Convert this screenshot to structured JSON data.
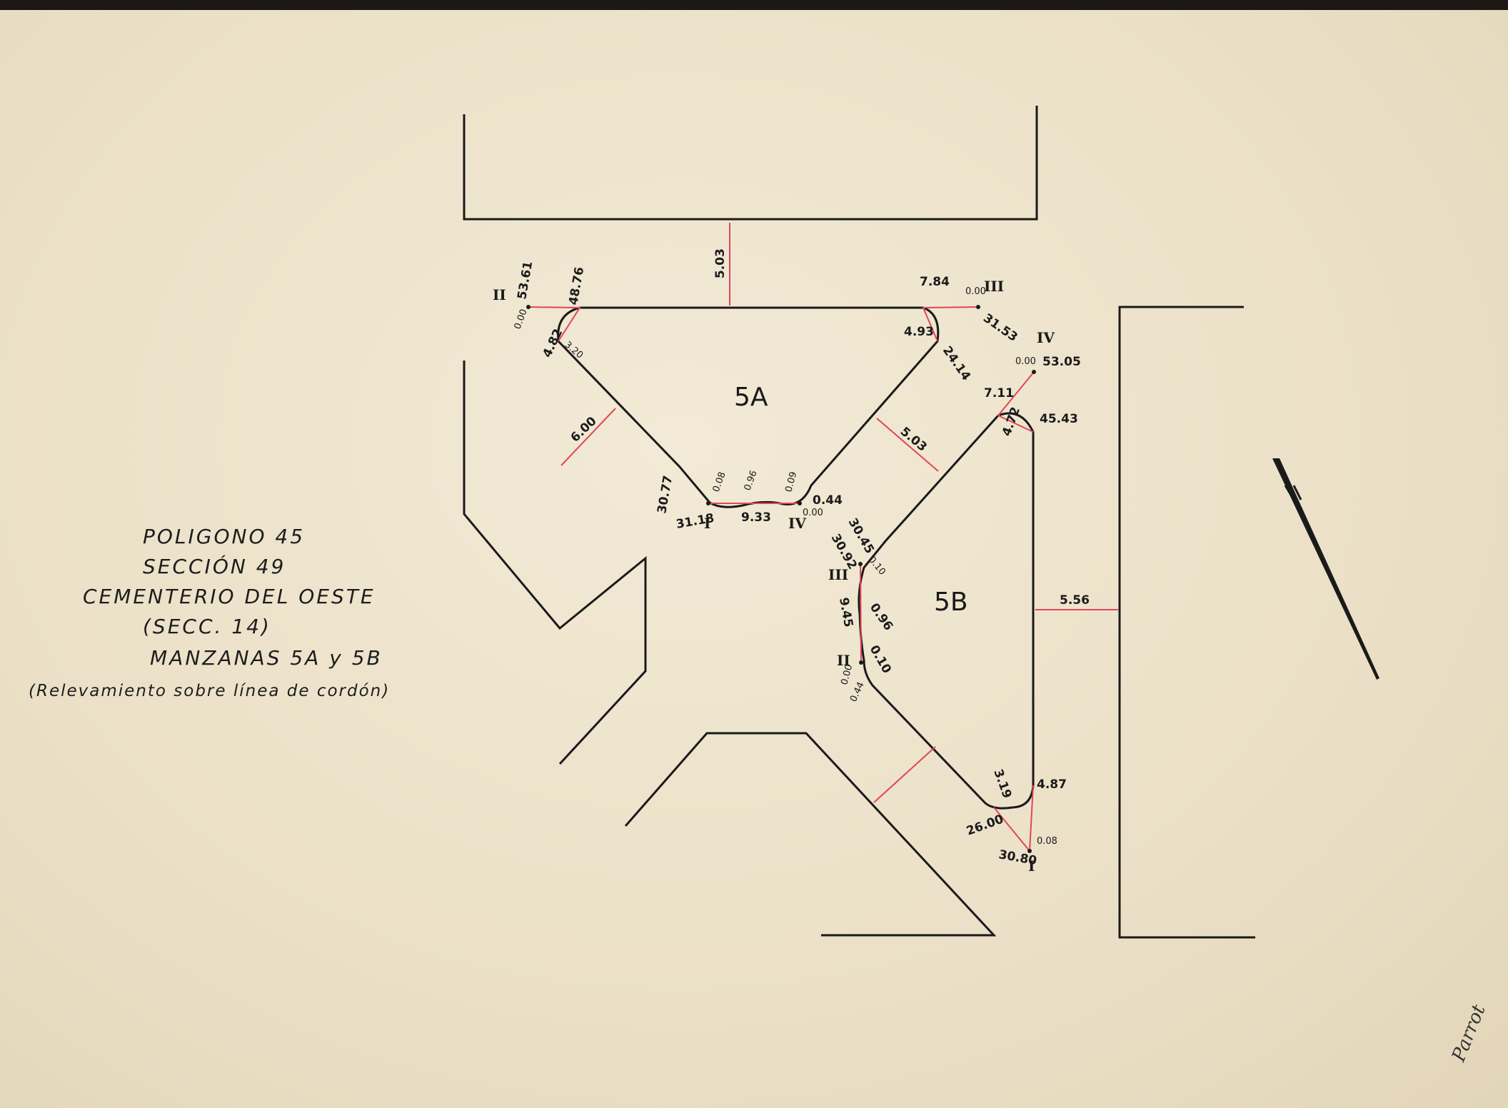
{
  "title_block": {
    "line1": "POLIGONO 45",
    "line2": "SECCIÓN 49",
    "line3": "CEMENTERIO DEL OESTE",
    "line4": "(SECC. 14)",
    "line5": "MANZANAS 5A y 5B",
    "line6": "(Relevamiento sobre línea de cordón)"
  },
  "blocks": {
    "a": "5A",
    "b": "5B"
  },
  "measurements": {
    "top_gap": "5.03",
    "a_left_gap": "6.00",
    "a_b_gap": "5.03",
    "b_right_gap": "5.56",
    "a_v2_coord": "53.61",
    "a_v2_zero": "0.00",
    "a_top_left": "48.76",
    "a_v2_a": "4.82",
    "a_v2_b": "3.20",
    "a_v3_coord": "31.53",
    "a_v3_zero": "0.00",
    "a_v3_a": "7.84",
    "a_v3_b": "4.93",
    "a_v3_c": "24.14",
    "a_v1_a": "30.77",
    "a_v1_b": "31.18",
    "a_v1_c": "0.08",
    "a_bottom": "9.33",
    "a_bottom_mid": "0.96",
    "a_v4_a": "0.09",
    "a_v4_b": "0.44",
    "a_v4_c": "0.00",
    "b_v4_coord": "53.05",
    "b_v4_zero": "0.00",
    "b_v4_a": "7.11",
    "b_v4_b": "4.72",
    "b_v4_c": "45.43",
    "b_v3_a": "30.45",
    "b_v3_b": "30.92",
    "b_v3_c": "0.10",
    "b_left_side": "9.45",
    "b_left_mid": "0.96",
    "b_v2_a": "0.00",
    "b_v2_b": "0.10",
    "b_v2_c": "0.44",
    "b_v1_a": "3.19",
    "b_v1_b": "4.87",
    "b_v1_c": "26.00",
    "b_v1_d": "30.80",
    "b_v1_e": "0.08"
  },
  "vertex_labels": {
    "a_v1": "I",
    "a_v2": "II",
    "a_v3": "III",
    "a_v4": "IV",
    "b_v1": "I",
    "b_v2": "II",
    "b_v3": "III",
    "b_v4": "IV"
  },
  "signature": "Parrot",
  "colors": {
    "ink": "#1a1a1a",
    "red_ink": "#e0465a",
    "paper": "#ece2cc"
  }
}
